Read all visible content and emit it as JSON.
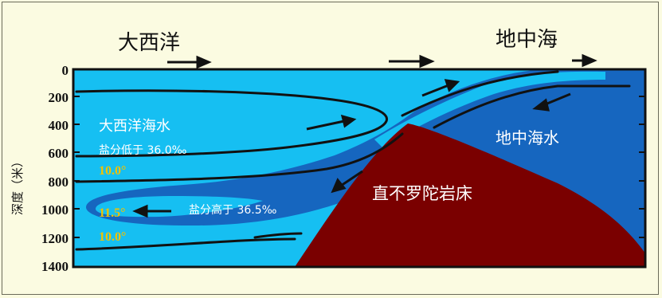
{
  "header": {
    "atlantic_label": "大西洋",
    "mediterranean_label": "地中海"
  },
  "y_axis": {
    "title": "深度（米）",
    "ticks": [
      "0",
      "200",
      "400",
      "600",
      "800",
      "1000",
      "1200",
      "1400"
    ]
  },
  "water_masses": {
    "atlantic_water": "大西洋海水",
    "atlantic_salinity": "盐分低于 36.0‰",
    "mediterranean_water": "地中海水",
    "outflow_salinity": "盐分高于 36.5‰",
    "ridge": "直不罗陀岩床"
  },
  "temperatures": {
    "upper": "10.0°",
    "core": "11.5°",
    "lower": "10.0°"
  },
  "colors": {
    "background": "#fbfbe1",
    "surface_water": "#16bff2",
    "mediterranean_water": "#1666bf",
    "ridge": "#7a0000",
    "temperature_text": "#f2c200"
  }
}
